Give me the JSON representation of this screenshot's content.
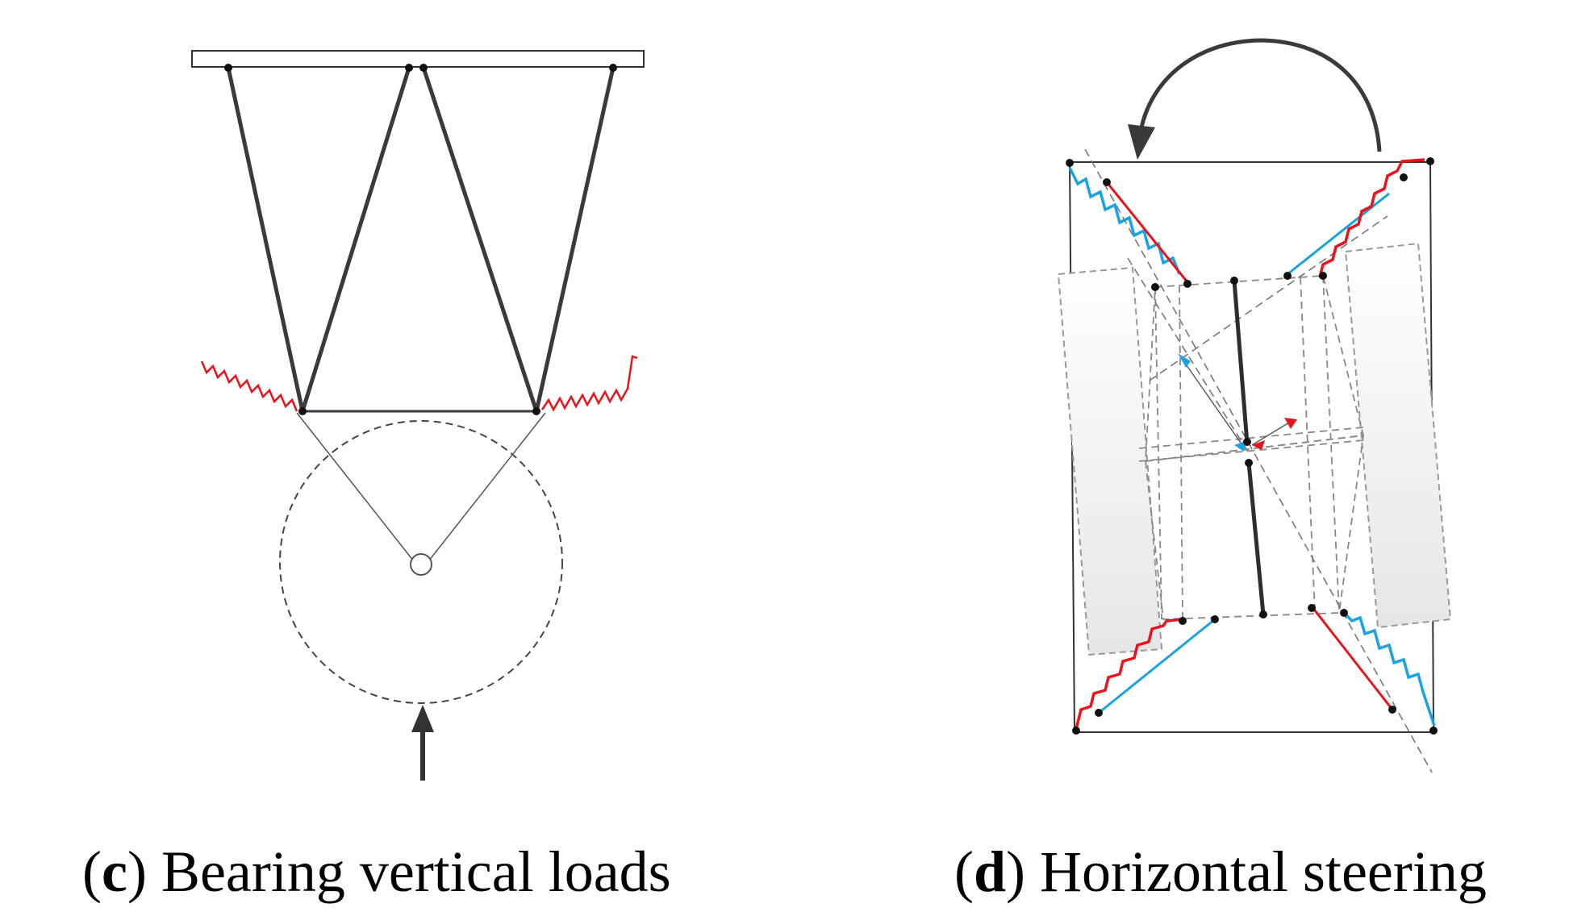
{
  "captions": {
    "c": {
      "letter": "c",
      "text": " Bearing vertical loads"
    },
    "d": {
      "letter": "d",
      "text": " Horizontal steering"
    }
  },
  "colors": {
    "link": "#3a3a3a",
    "spring_red": "#e8141b",
    "spring_blue": "#1aa3e0",
    "dashed": "#777777"
  }
}
